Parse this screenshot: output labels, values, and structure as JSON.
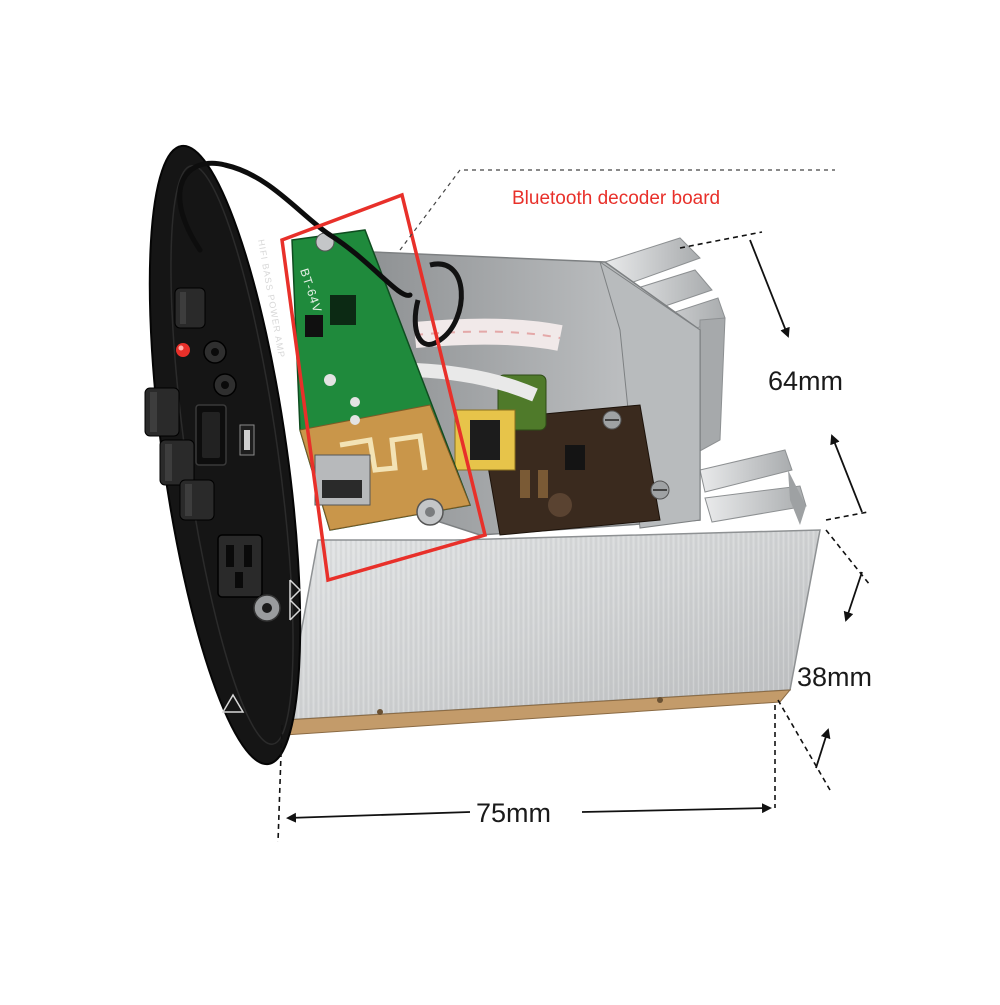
{
  "callout": {
    "label": "Bluetooth decoder board",
    "color": "#e8302a"
  },
  "dimensions": {
    "height": "64mm",
    "depth": "38mm",
    "width": "75mm"
  },
  "panel": {
    "title": "HIFI BASS POWER AMP",
    "module": "BT-64V"
  },
  "colors": {
    "panel": "#151515",
    "heatsink": "#c9cbcc",
    "pcb_green": "#1f8a3c",
    "pcb_brown": "#b88a3e",
    "highlight_box": "#e8302a"
  }
}
